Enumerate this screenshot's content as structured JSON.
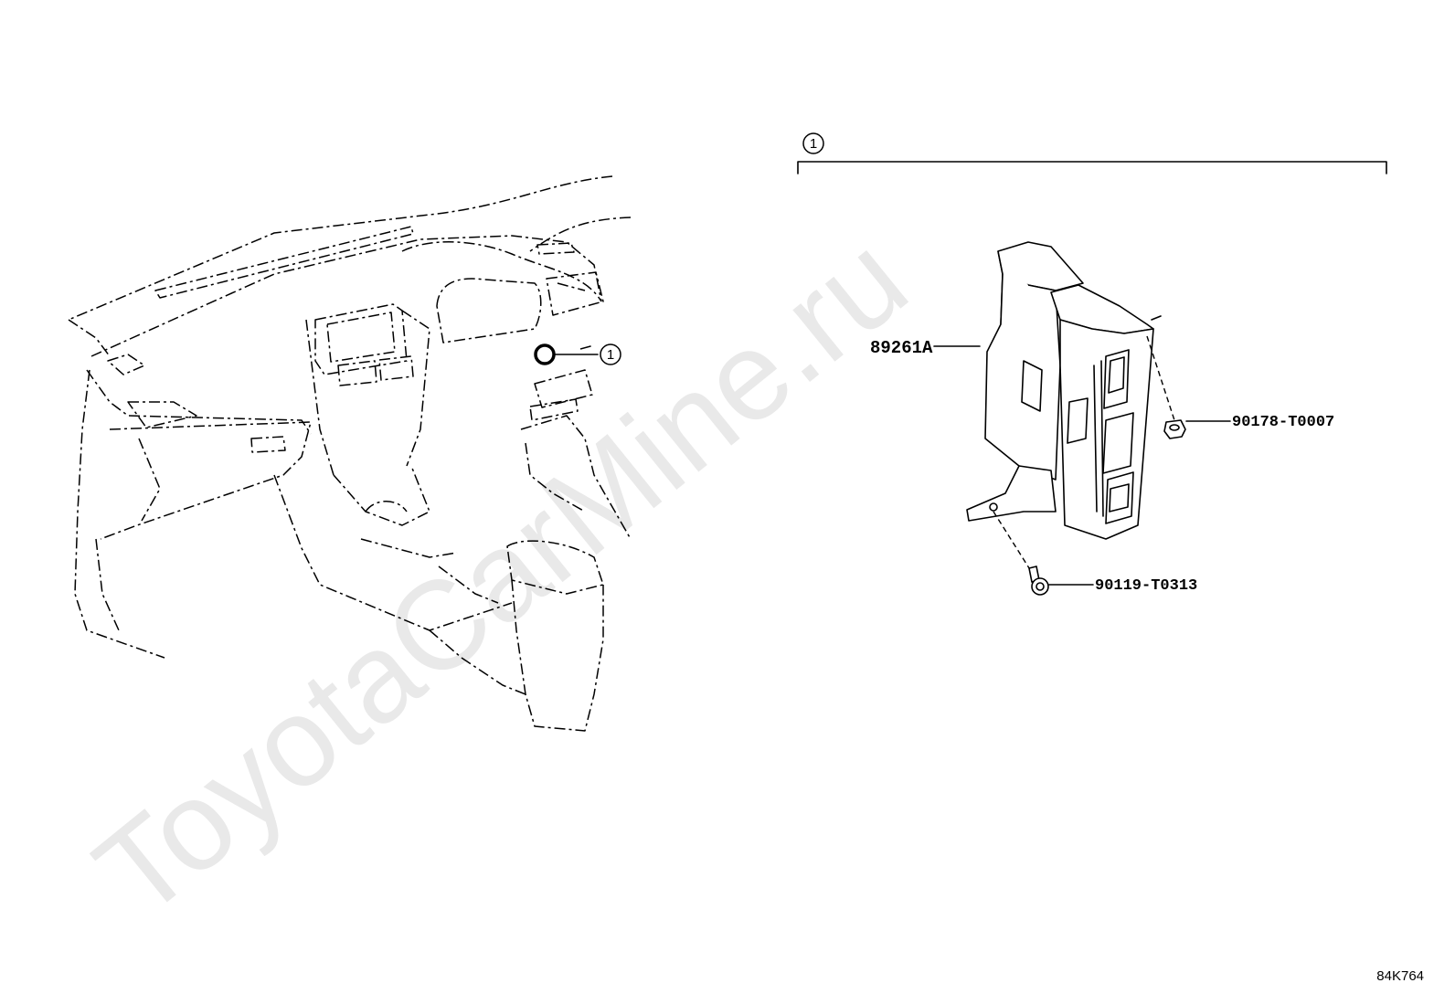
{
  "watermark": "ToyotaCarMine.ru",
  "callout": {
    "number": "1"
  },
  "group_bracket": {
    "number": "1"
  },
  "parts": [
    {
      "id": "ecu",
      "part_number": "89261A"
    },
    {
      "id": "nut",
      "part_number": "90178-T0007"
    },
    {
      "id": "bolt",
      "part_number": "90119-T0313"
    }
  ],
  "illustration_code": "84K764"
}
